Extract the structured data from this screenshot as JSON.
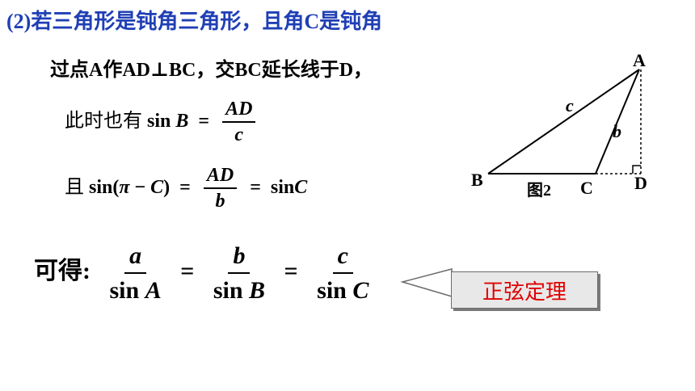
{
  "heading": {
    "text": "(2)若三角形是钝角三角形，且角C是钝角"
  },
  "line1": {
    "text": "过点A作AD⊥BC，交BC延长线于D，"
  },
  "eq2": {
    "prefix": "此时也有",
    "lhs": "sin",
    "lhs_var": "B",
    "eq": "=",
    "num": "AD",
    "den": "c"
  },
  "eq3": {
    "prefix": "且",
    "lhs": "sin(",
    "pi": "π",
    "minus": "−",
    "var": "C",
    "close": ")",
    "eq1": "=",
    "num": "AD",
    "den": "b",
    "eq2": "=",
    "rhs": "sin",
    "rhs_var": "C"
  },
  "result": {
    "prefix": "可得:",
    "f1_num": "a",
    "f1_den_fn": "sin",
    "f1_den_var": "A",
    "f2_num": "b",
    "f2_den_fn": "sin",
    "f2_den_var": "B",
    "f3_num": "c",
    "f3_den_fn": "sin",
    "f3_den_var": "C",
    "eq": "="
  },
  "callout": {
    "text": "正弦定理"
  },
  "figure": {
    "labels": {
      "A": "A",
      "B": "B",
      "C": "C",
      "D": "D",
      "side_c": "c",
      "side_b": "b",
      "caption": "图2"
    },
    "colors": {
      "heading": "#1f3fb5",
      "callout_text": "#e00000",
      "callout_bg": "#e8e8e8"
    }
  }
}
